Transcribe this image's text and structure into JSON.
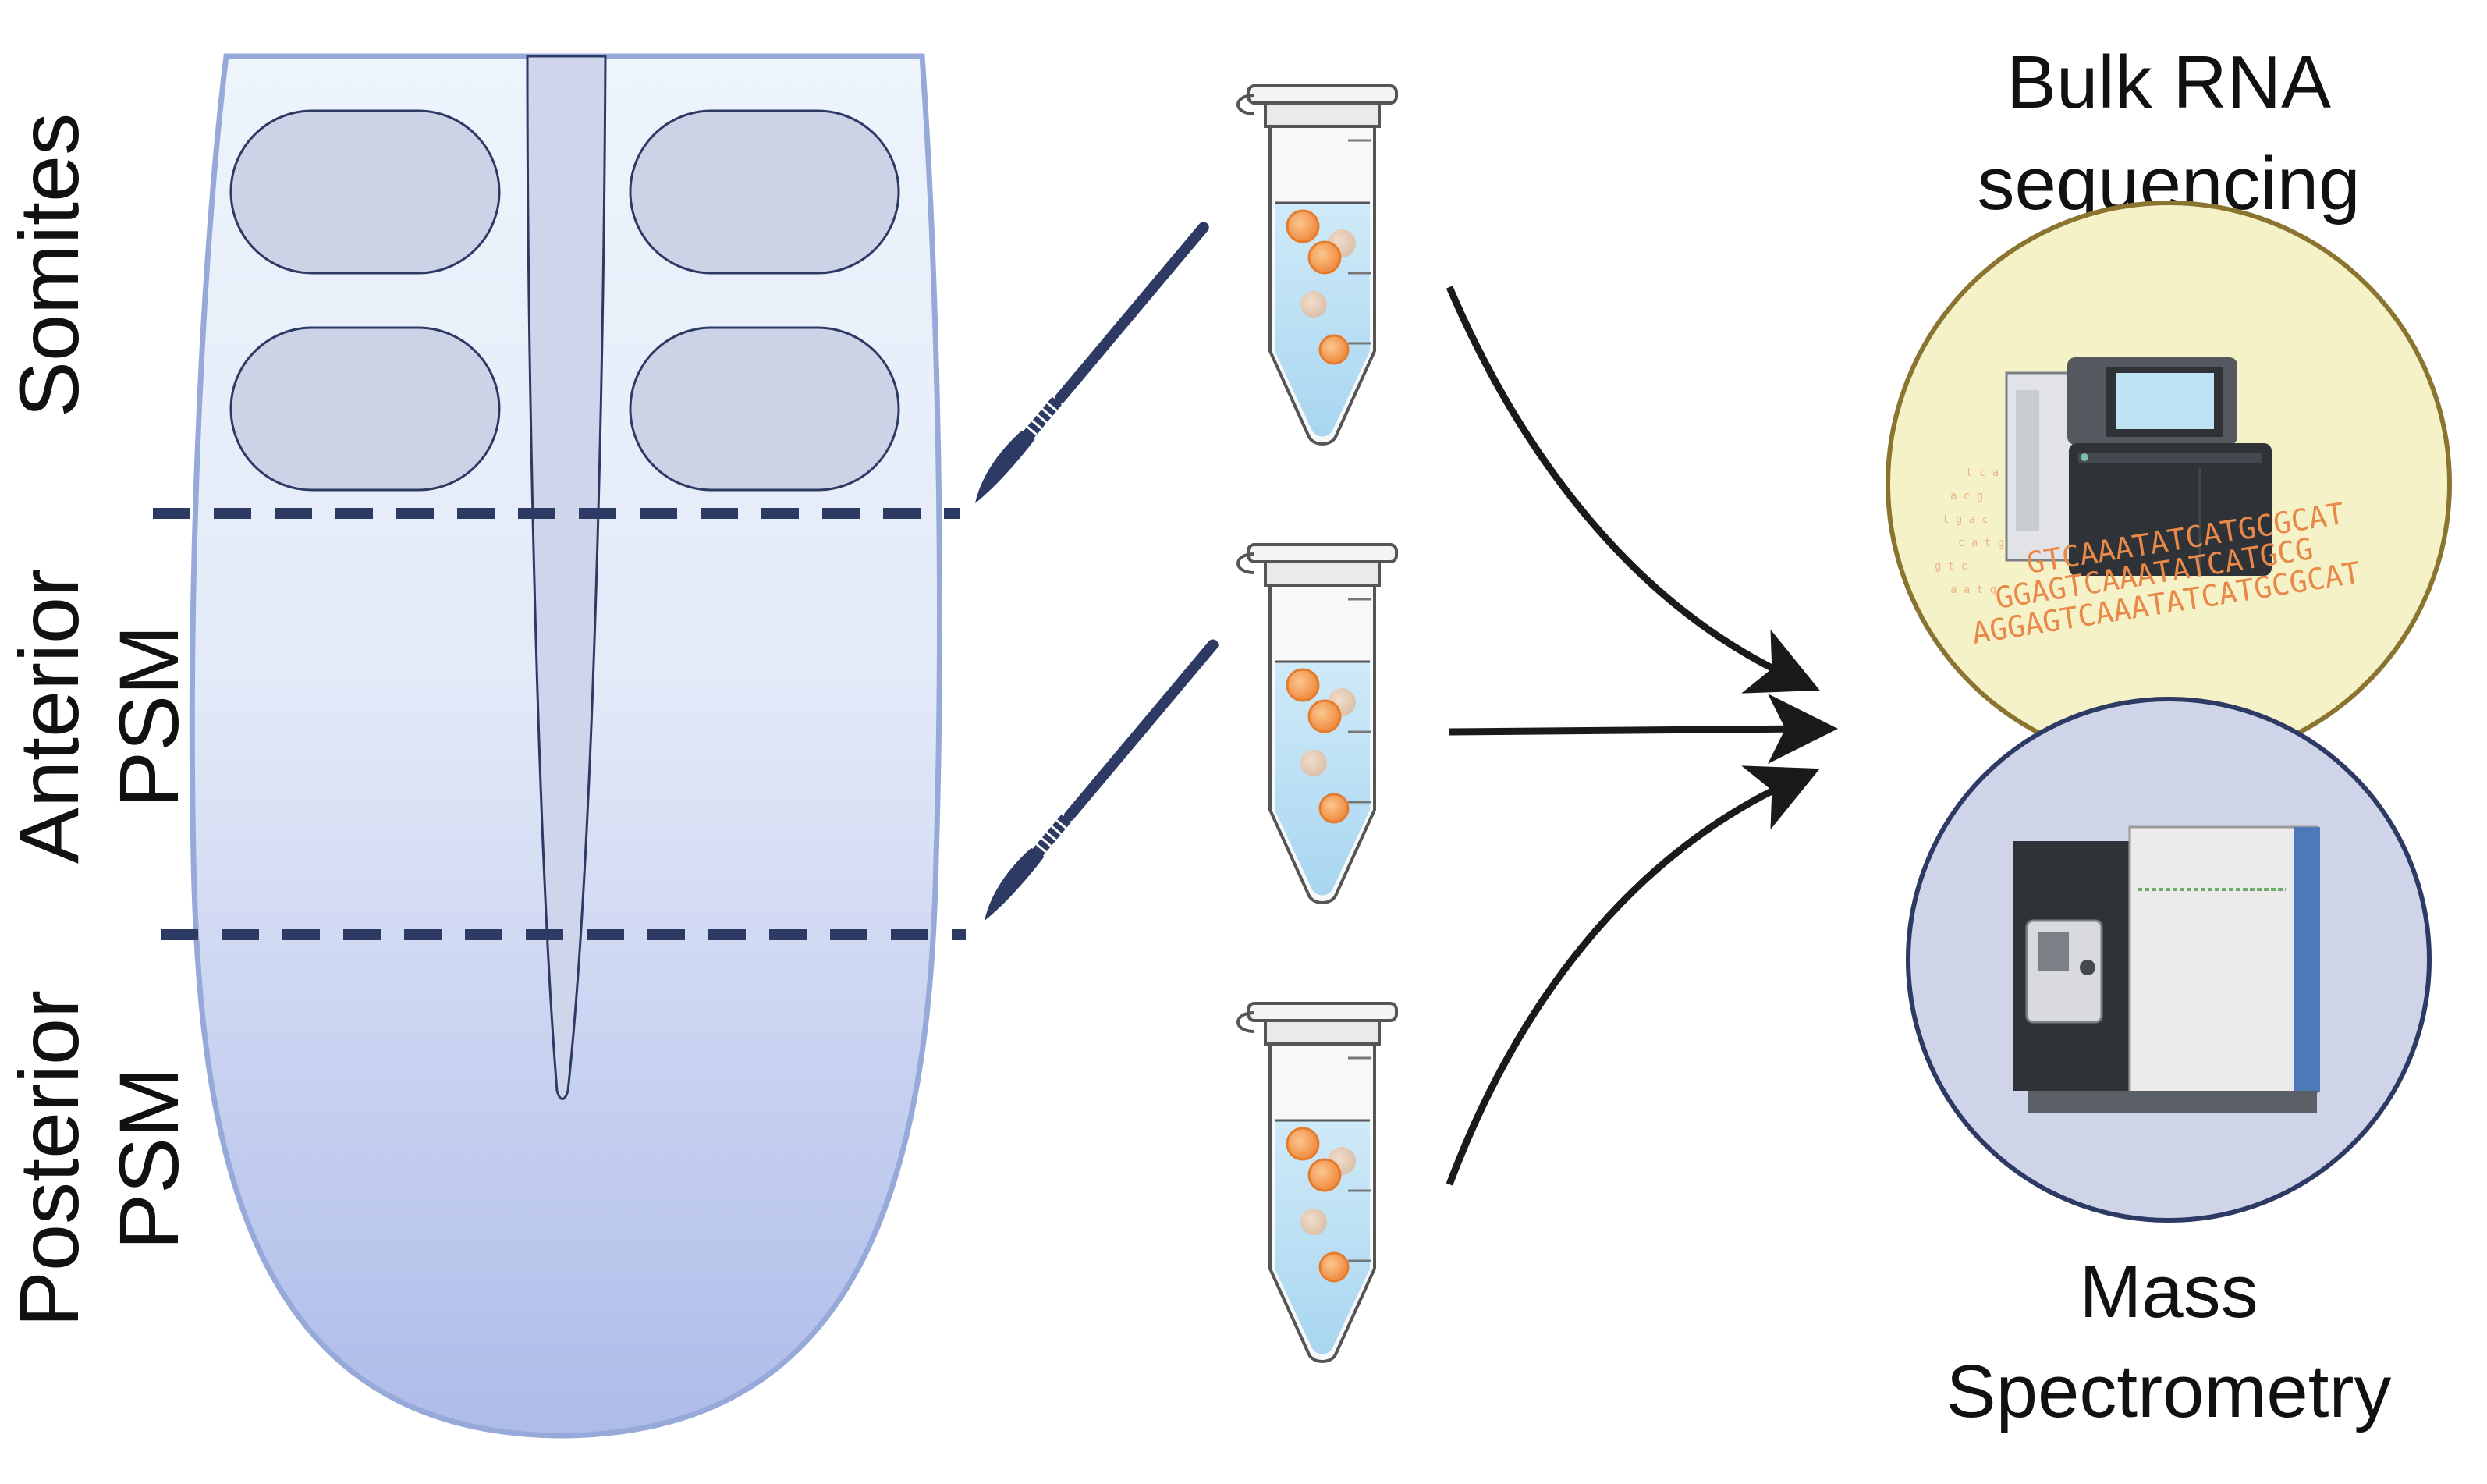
{
  "labels": {
    "somites": "Somites",
    "anterior_line1": "Anterior",
    "anterior_line2": "PSM",
    "posterior_line1": "Posterior",
    "posterior_line2": "PSM",
    "rna_line1": "Bulk RNA",
    "rna_line2": "sequencing",
    "ms_line1": "Mass",
    "ms_line2": "Spectrometry"
  },
  "dna_text": {
    "row1": "GTCAAATATCATGCGCAT",
    "row2": "GGAGTCAAATATCATGCG",
    "row3": "AGGAGTCAAATATCATGCGCAT"
  },
  "colors": {
    "embryo_fill_top": "#eef4fc",
    "embryo_fill_bottom": "#aebbe9",
    "embryo_stroke": "#97a9d8",
    "somite_fill": "#ccd3e7",
    "cut_line": "#2c3a64",
    "scalpel": "#2c3a64",
    "tube_liquid": "#b8dff4",
    "cell_orange": "#f49a4f",
    "rna_circle_fill": "#f6f2c8",
    "rna_circle_stroke": "#8a7430",
    "ms_circle_fill": "#cfd4e8",
    "ms_circle_stroke": "#2c3a64",
    "arrow": "#1a1a1a",
    "dna_text": "#e8894a"
  },
  "icons": [
    "scalpel-icon",
    "microcentrifuge-tube-icon",
    "sequencer-icon",
    "mass-spectrometer-icon"
  ]
}
